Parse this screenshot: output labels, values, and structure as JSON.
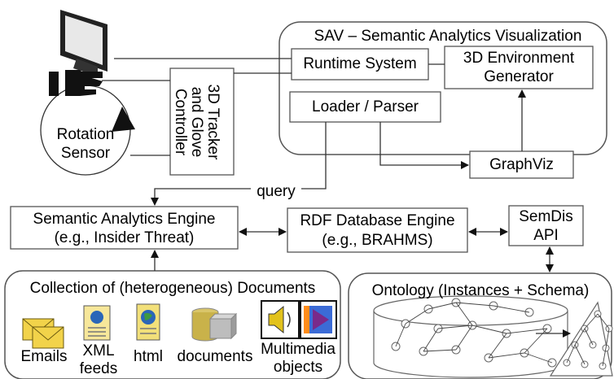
{
  "sav": {
    "title": "SAV – Semantic Analytics Visualization",
    "runtime": "Runtime System",
    "env_line1": "3D Environment",
    "env_line2": "Generator",
    "loader": "Loader / Parser"
  },
  "tracker": {
    "line1": "3D Tracker",
    "line2": "and Glove",
    "line3": "Controller"
  },
  "rotation": {
    "line1": "Rotation",
    "line2": "Sensor"
  },
  "graphviz": "GraphViz",
  "query": "query",
  "sae": {
    "line1": "Semantic Analytics Engine",
    "line2": "(e.g., Insider Threat)"
  },
  "rdf": {
    "line1": "RDF Database Engine",
    "line2": "(e.g., BRAHMS)"
  },
  "semdis": {
    "line1": "SemDis",
    "line2": "API"
  },
  "collection": {
    "title": "Collection of (heterogeneous) Documents",
    "emails": "Emails",
    "xml1": "XML",
    "xml2": "feeds",
    "html": "html",
    "documents": "documents",
    "multi1": "Multimedia",
    "multi2": "objects"
  },
  "ontology": {
    "title": "Ontology (Instances + Schema)"
  },
  "icons": [
    "monitor-icon",
    "glove-icon",
    "email-icon",
    "xml-feed-icon",
    "html-icon",
    "documents-icon",
    "multimedia-icon"
  ],
  "colors": {
    "line": "#333333",
    "box_border": "#555555",
    "icon_yellow": "#f2d34a",
    "icon_purple": "#7a2a8a",
    "icon_blue": "#2b66b8"
  }
}
